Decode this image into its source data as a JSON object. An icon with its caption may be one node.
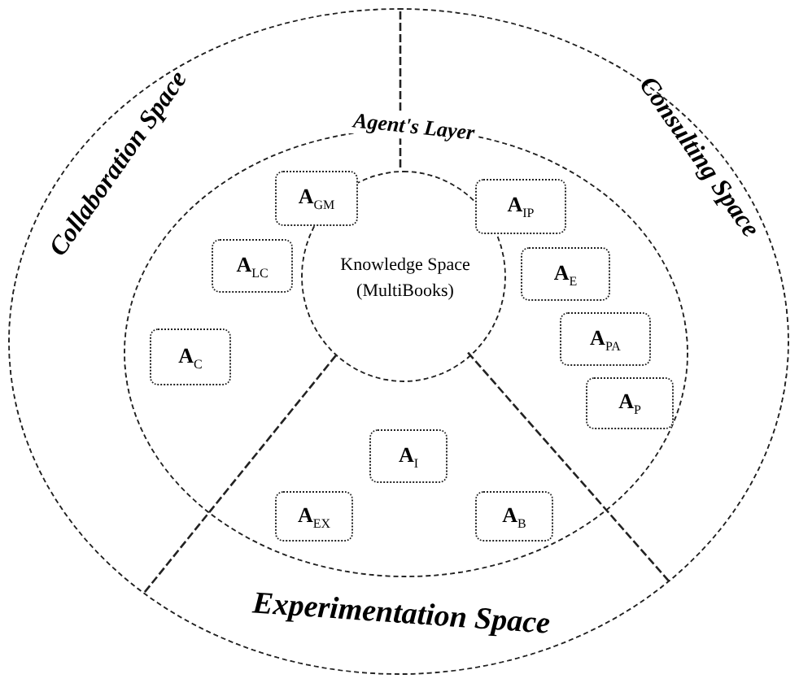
{
  "diagram": {
    "nodes": [
      {
        "text": [
          "Collaboration Space",
          "Consulting Space",
          "Experimentation Space"
        ]
      },
      {
        "text": [
          "Agent's Layer"
        ],
        "in": 0
      },
      {
        "text": [
          "Knowledge Space (MultiBooks)"
        ],
        "in": 1
      },
      {
        "text": [
          "A$_{GM}$"
        ],
        "in": 1
      },
      {
        "text": [
          "A$_{IP}$"
        ],
        "in": 1
      },
      {
        "text": [
          "A$_{LC}$"
        ],
        "in": 1
      },
      {
        "text": [
          "A$_{E}$"
        ],
        "in": 1
      },
      {
        "text": [
          "A$_{C}$"
        ],
        "in": 1
      },
      {
        "text": [
          "A$_{PA}$"
        ],
        "in": 1
      },
      {
        "text": [
          "A$_{P}$"
        ],
        "in": 1
      },
      {
        "text": [
          "A$_{I}$"
        ],
        "in": 1
      },
      {
        "text": [
          "A$_{EX}$"
        ],
        "in": 1
      },
      {
        "text": [
          "A$_{B}$"
        ],
        "in": 1
      }
    ]
  }
}
